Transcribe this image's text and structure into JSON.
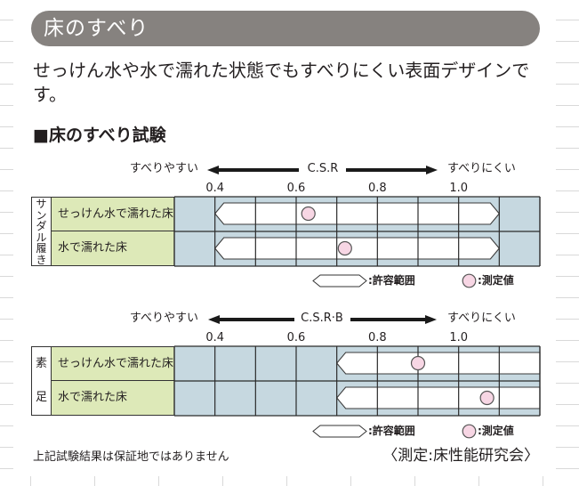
{
  "header": {
    "title": "床のすべり"
  },
  "description": "せっけん水や水で濡れた状態でもすべりにくい表面デザインです。",
  "section_title": "■床のすべり試験",
  "colors": {
    "header_pill": "#86827f",
    "label_cell": "#dde9b8",
    "grid_cell": "#c6d8e0",
    "range_band": "#ffffff",
    "measured_dot": "#f7d6e4",
    "line": "#2b2b2b"
  },
  "chart_data": [
    {
      "type": "range-dot",
      "title": "C.S.R",
      "left_label": "すべりやすい",
      "right_label": "すべりにくい",
      "group_label": "サンダル履き",
      "x_range": [
        0.3,
        1.2
      ],
      "grid_step": 0.1,
      "ticks": [
        {
          "value": 0.4,
          "label": "0.4"
        },
        {
          "value": 0.6,
          "label": "0.6"
        },
        {
          "value": 0.8,
          "label": "0.8"
        },
        {
          "value": 1.0,
          "label": "1.0"
        }
      ],
      "rows": [
        {
          "label": "せっけん水で濡れた床",
          "range": [
            0.4,
            1.1
          ],
          "open_right": false,
          "value": 0.63
        },
        {
          "label": "水で濡れた床",
          "range": [
            0.4,
            1.1
          ],
          "open_right": false,
          "value": 0.72
        }
      ],
      "legend": {
        "range_label": ":許容範囲",
        "value_label": ":測定値"
      }
    },
    {
      "type": "range-dot",
      "title": "C.S.R·B",
      "left_label": "すべりやすい",
      "right_label": "すべりにくい",
      "group_label": "素足",
      "x_range": [
        0.3,
        1.2
      ],
      "grid_step": 0.1,
      "ticks": [
        {
          "value": 0.4,
          "label": "0.4"
        },
        {
          "value": 0.6,
          "label": "0.6"
        },
        {
          "value": 0.8,
          "label": "0.8"
        },
        {
          "value": 1.0,
          "label": "1.0"
        }
      ],
      "rows": [
        {
          "label": "せっけん水で濡れた床",
          "range": [
            0.7,
            1.2
          ],
          "open_right": true,
          "value": 0.9
        },
        {
          "label": "水で濡れた床",
          "range": [
            0.7,
            1.2
          ],
          "open_right": true,
          "value": 1.07
        }
      ],
      "legend": {
        "range_label": ":許容範囲",
        "value_label": ":測定値"
      }
    }
  ],
  "footer": {
    "note": "上記試験結果は保証地ではありません",
    "source": "〈測定:床性能研究会〉"
  }
}
